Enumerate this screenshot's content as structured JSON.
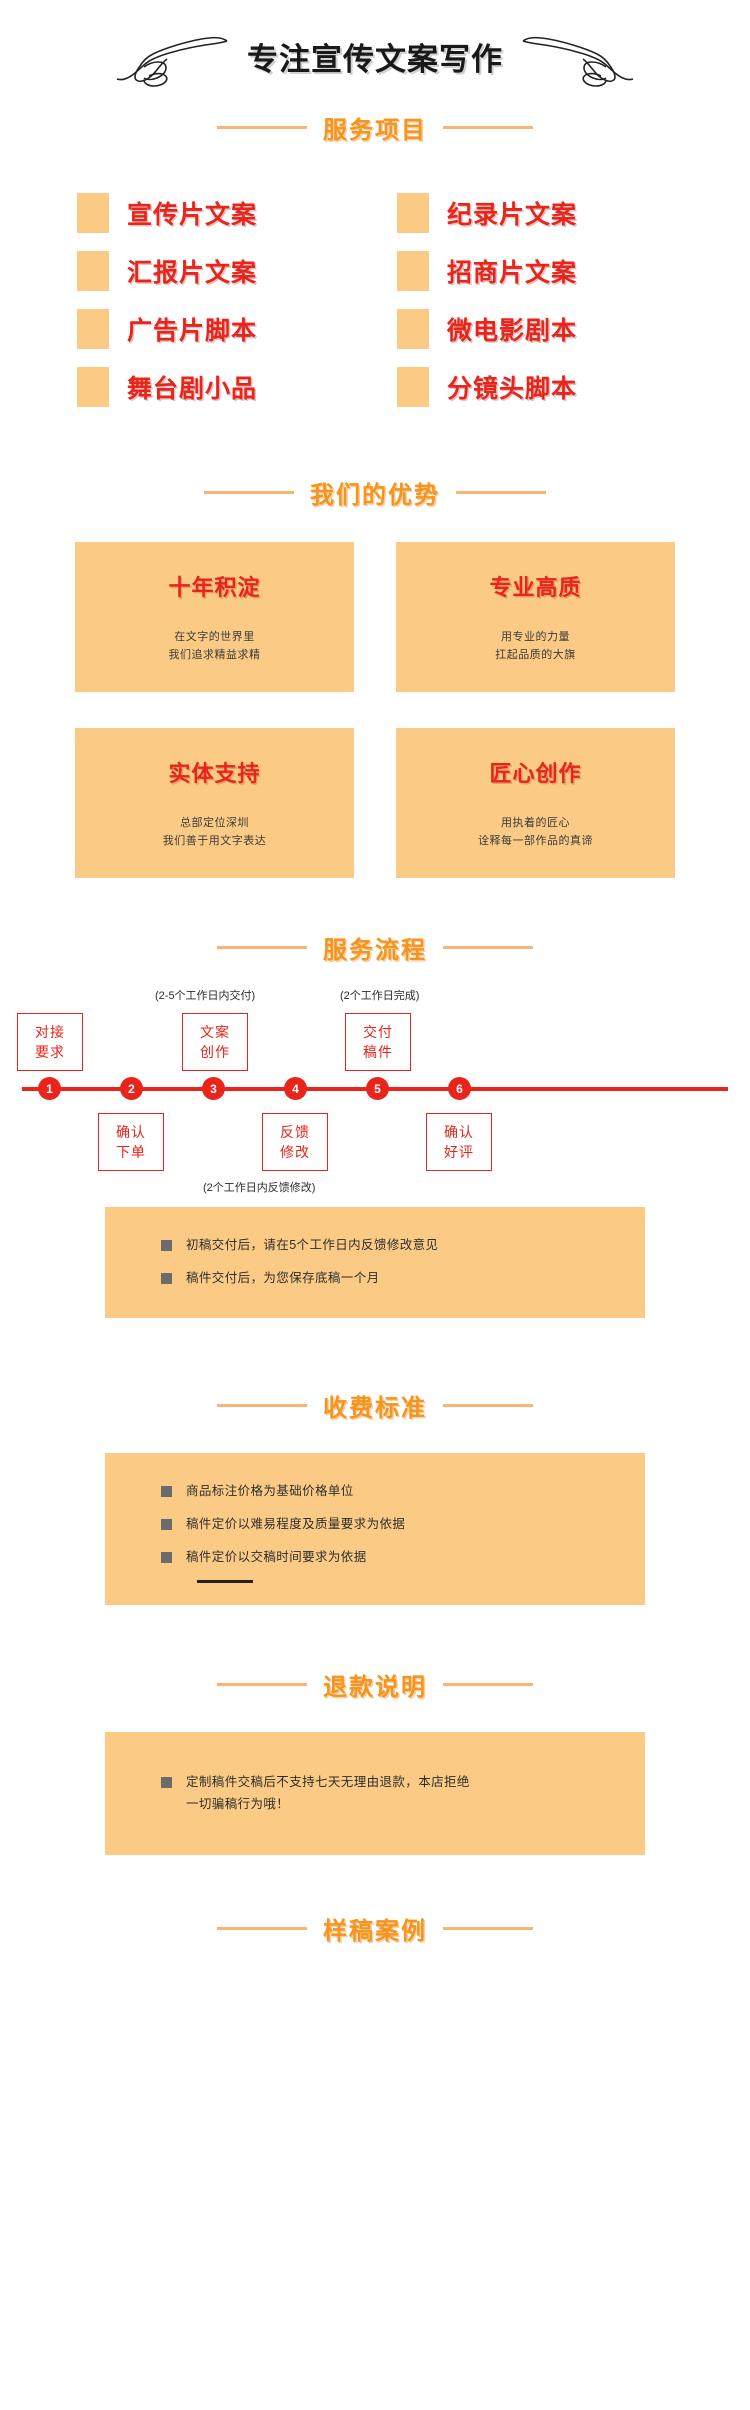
{
  "header": {
    "title": "专注宣传文案写作",
    "left_hand_icon": "pointing-hand-right-icon",
    "right_hand_icon": "pointing-hand-left-icon"
  },
  "colors": {
    "red": "#E8241B",
    "orange": "#F7941D",
    "peach": "#FBCB86",
    "dark": "#191919"
  },
  "sections": {
    "services": {
      "title": "服务项目"
    },
    "advantages": {
      "title": "我们的优势"
    },
    "process": {
      "title": "服务流程"
    },
    "pricing": {
      "title": "收费标准"
    },
    "refund": {
      "title": "退款说明"
    },
    "samples": {
      "title": "样稿案例"
    }
  },
  "services": {
    "items": [
      "宣传片文案",
      "纪录片文案",
      "汇报片文案",
      "招商片文案",
      "广告片脚本",
      "微电影剧本",
      "舞台剧小品",
      "分镜头脚本"
    ]
  },
  "advantages": {
    "cards": [
      {
        "title": "十年积淀",
        "desc": "在文字的世界里\n我们追求精益求精"
      },
      {
        "title": "专业高质",
        "desc": "用专业的力量\n扛起品质的大旗"
      },
      {
        "title": "实体支持",
        "desc": "总部定位深圳\n我们善于用文字表达"
      },
      {
        "title": "匠心创作",
        "desc": "用执着的匠心\n诠释每一部作品的真谛"
      }
    ]
  },
  "process": {
    "note_top_left": "(2-5个工作日内交付)",
    "note_top_right": "(2个工作日完成)",
    "note_bottom": "(2个工作日内反馈修改)",
    "steps_top": [
      {
        "num": "1",
        "line1": "对接",
        "line2": "要求"
      },
      {
        "num": "3",
        "line1": "文案",
        "line2": "创作"
      },
      {
        "num": "5",
        "line1": "交付",
        "line2": "稿件"
      }
    ],
    "steps_bottom": [
      {
        "num": "2",
        "line1": "确认",
        "line2": "下单"
      },
      {
        "num": "4",
        "line1": "反馈",
        "line2": "修改"
      },
      {
        "num": "6",
        "line1": "确认",
        "line2": "好评"
      }
    ],
    "dots": [
      "1",
      "2",
      "3",
      "4",
      "5",
      "6"
    ]
  },
  "process_notes": {
    "rows": [
      "初稿交付后，请在5个工作日内反馈修改意见",
      "稿件交付后，为您保存底稿一个月"
    ]
  },
  "pricing": {
    "rows": [
      "商品标注价格为基础价格单位",
      "稿件定价以难易程度及质量要求为依据",
      "稿件定价以交稿时间要求为依据"
    ]
  },
  "refund": {
    "rows": [
      "定制稿件交稿后不支持七天无理由退款，本店拒绝\n一切骗稿行为哦！"
    ]
  }
}
